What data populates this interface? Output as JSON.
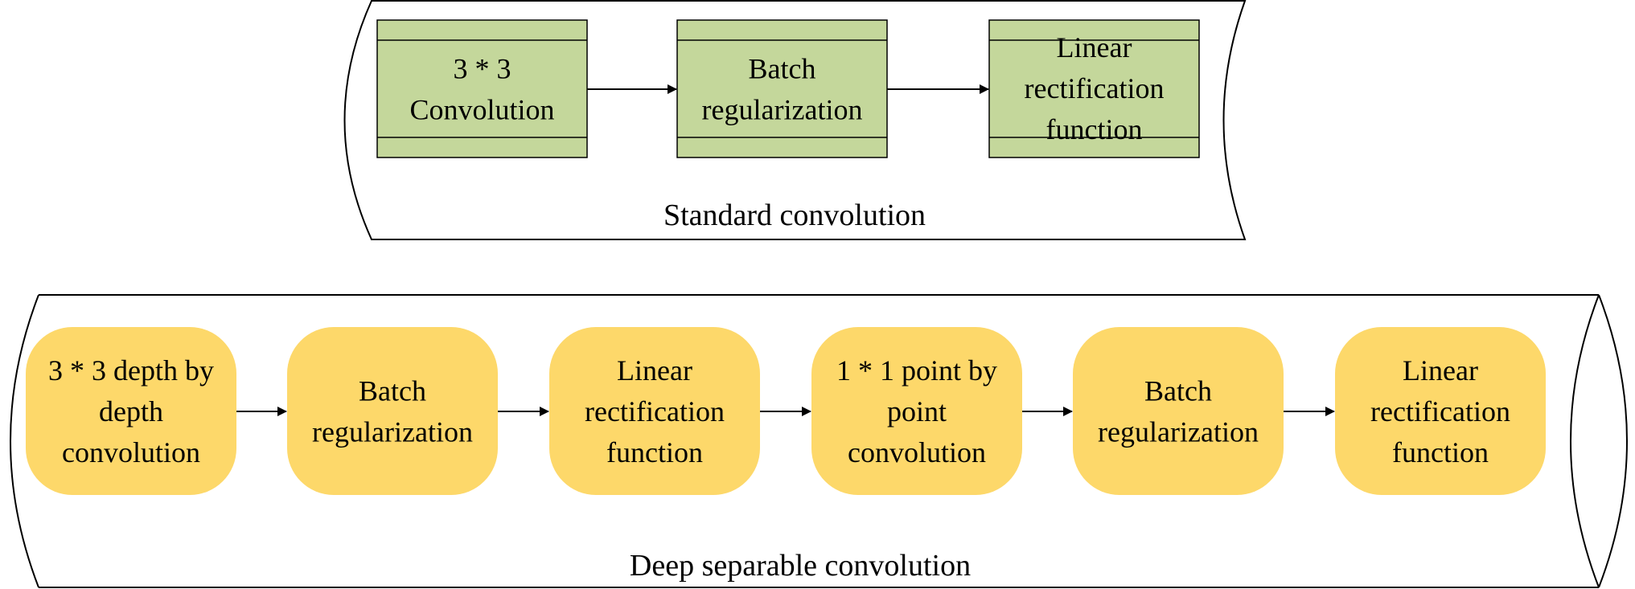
{
  "colors": {
    "green_fill": "#c4d79b",
    "yellow_fill": "#fdd86a",
    "stroke": "#000000",
    "background": "#ffffff"
  },
  "standard": {
    "caption": "Standard convolution",
    "boxes": [
      {
        "lines": [
          "3 * 3",
          "Convolution"
        ]
      },
      {
        "lines": [
          "Batch",
          "regularization"
        ]
      },
      {
        "lines": [
          "Linear",
          "rectification",
          "function"
        ]
      }
    ]
  },
  "separable": {
    "caption": "Deep separable convolution",
    "boxes": [
      {
        "lines": [
          "3 * 3 depth by",
          "depth",
          "convolution"
        ]
      },
      {
        "lines": [
          "Batch",
          "regularization"
        ]
      },
      {
        "lines": [
          "Linear",
          "rectification",
          "function"
        ]
      },
      {
        "lines": [
          "1 * 1 point by",
          "point",
          "convolution"
        ]
      },
      {
        "lines": [
          "Batch",
          "regularization"
        ]
      },
      {
        "lines": [
          "Linear",
          "rectification",
          "function"
        ]
      }
    ]
  }
}
